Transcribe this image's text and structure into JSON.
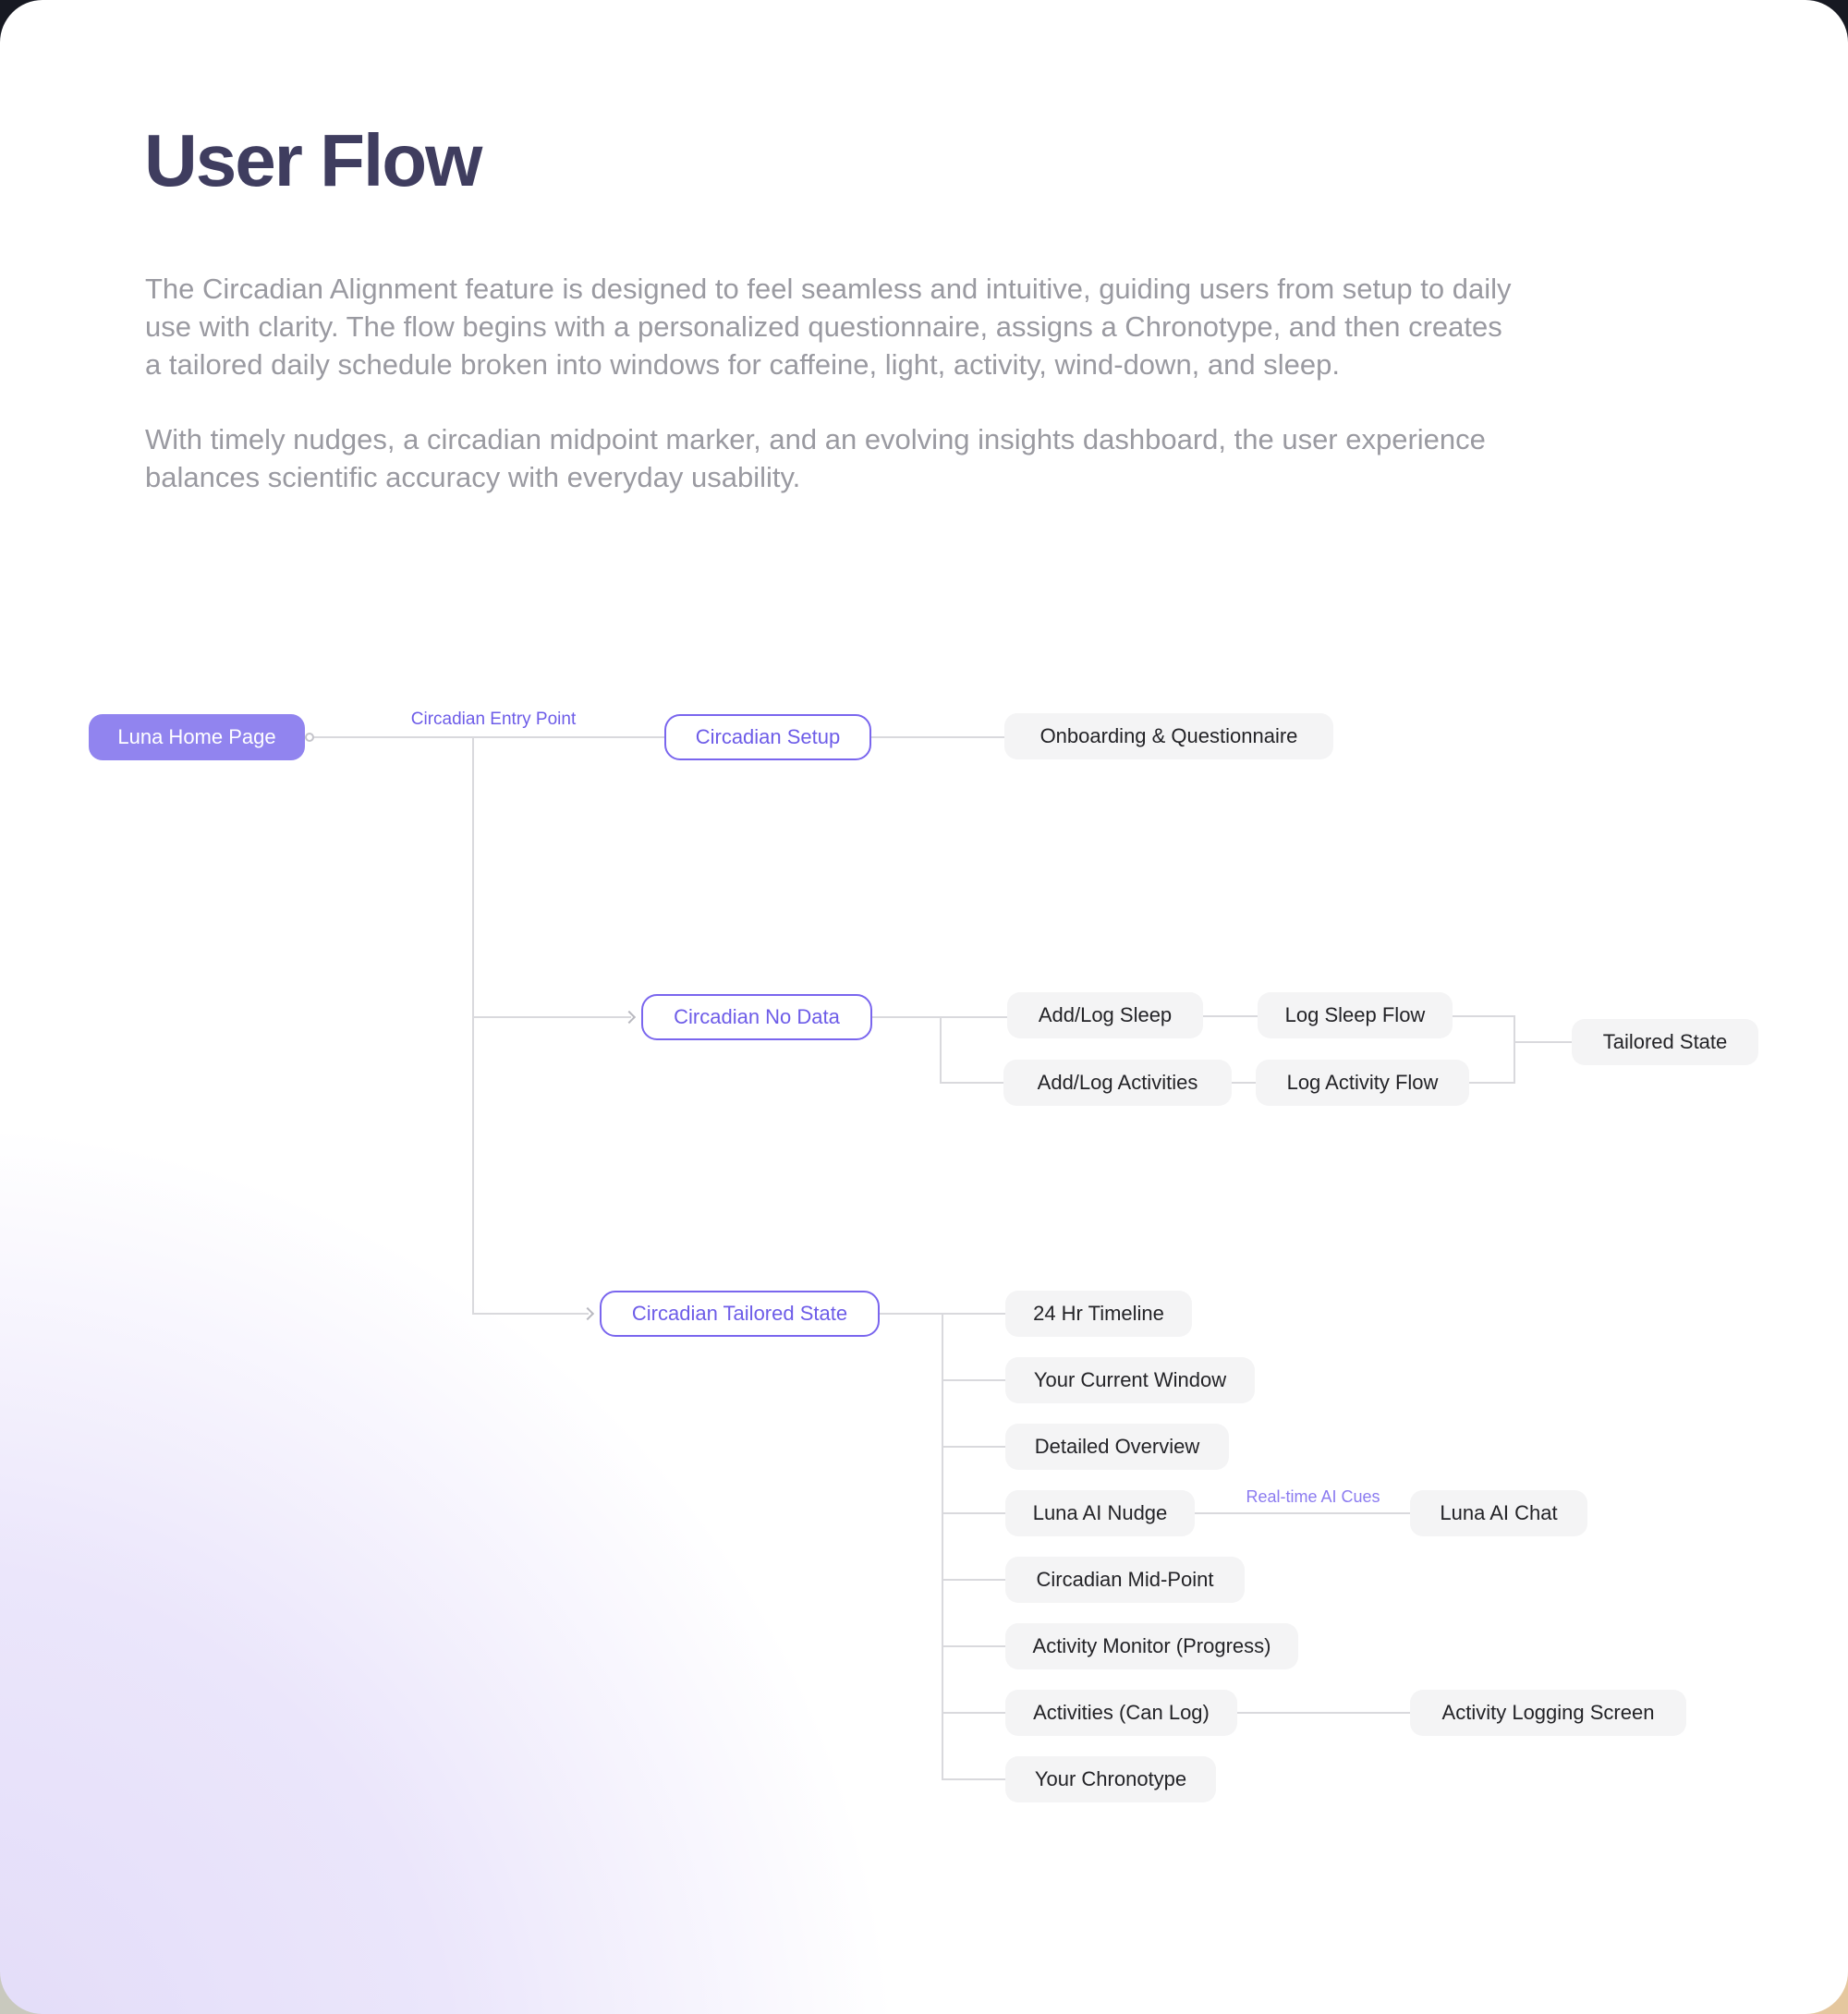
{
  "page": {
    "title": "User Flow",
    "paragraph1": "The Circadian Alignment feature is designed to feel seamless and intuitive, guiding users from setup to daily\nuse with clarity. The flow begins with a personalized questionnaire, assigns a Chronotype, and then creates\na tailored daily schedule broken into windows for caffeine, light, activity, wind-down, and sleep.",
    "paragraph2": "With timely nudges, a circadian midpoint marker, and an evolving insights dashboard, the user experience\nbalances scientific accuracy with everyday usability."
  },
  "colors": {
    "accent": "#7a66ee",
    "accent_text": "#6d5ce8",
    "node_fill": "#9184ef",
    "node_gray": "#f4f4f5",
    "line": "#d9d9dd",
    "title": "#3f3d5f",
    "body_text": "#9a9aa1",
    "page_bg": "#171922"
  },
  "flow": {
    "nodes": {
      "luna_home": "Luna Home Page",
      "circadian_setup": "Circadian Setup",
      "onboarding": "Onboarding & Questionnaire",
      "no_data": "Circadian No Data",
      "add_log_sleep": "Add/Log Sleep",
      "log_sleep_flow": "Log Sleep Flow",
      "add_log_activities": "Add/Log Activities",
      "log_activity_flow": "Log Activity Flow",
      "tailored_state": "Tailored State",
      "tailored": "Circadian Tailored State",
      "timeline_24hr": "24 Hr Timeline",
      "current_window": "Your Current Window",
      "detailed_overview": "Detailed Overview",
      "luna_ai_nudge": "Luna AI Nudge",
      "luna_ai_chat": "Luna AI Chat",
      "mid_point": "Circadian Mid-Point",
      "activity_monitor": "Activity Monitor (Progress)",
      "activities_can_log": "Activities (Can Log)",
      "your_chronotype": "Your Chronotype",
      "activity_logging": "Activity Logging Screen"
    },
    "edge_labels": {
      "entry": "Circadian Entry Point",
      "ai_cues": "Real-time AI Cues"
    }
  }
}
